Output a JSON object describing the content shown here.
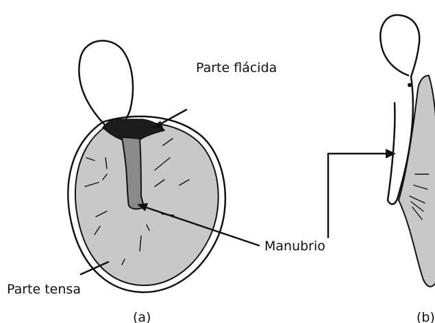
{
  "labels": {
    "pars_flaccida": "Parte flácida",
    "manubrium": "Manubrio",
    "pars_tensa": "Parte tensa",
    "panel_a": "(a)",
    "panel_b": "(b)"
  },
  "colors": {
    "membrane_fill": "#c8c8c8",
    "manubrium_fill": "#8a8a8a",
    "flaccida_fill": "#1c1c1c",
    "line": "#111111",
    "background": "#ffffff"
  }
}
